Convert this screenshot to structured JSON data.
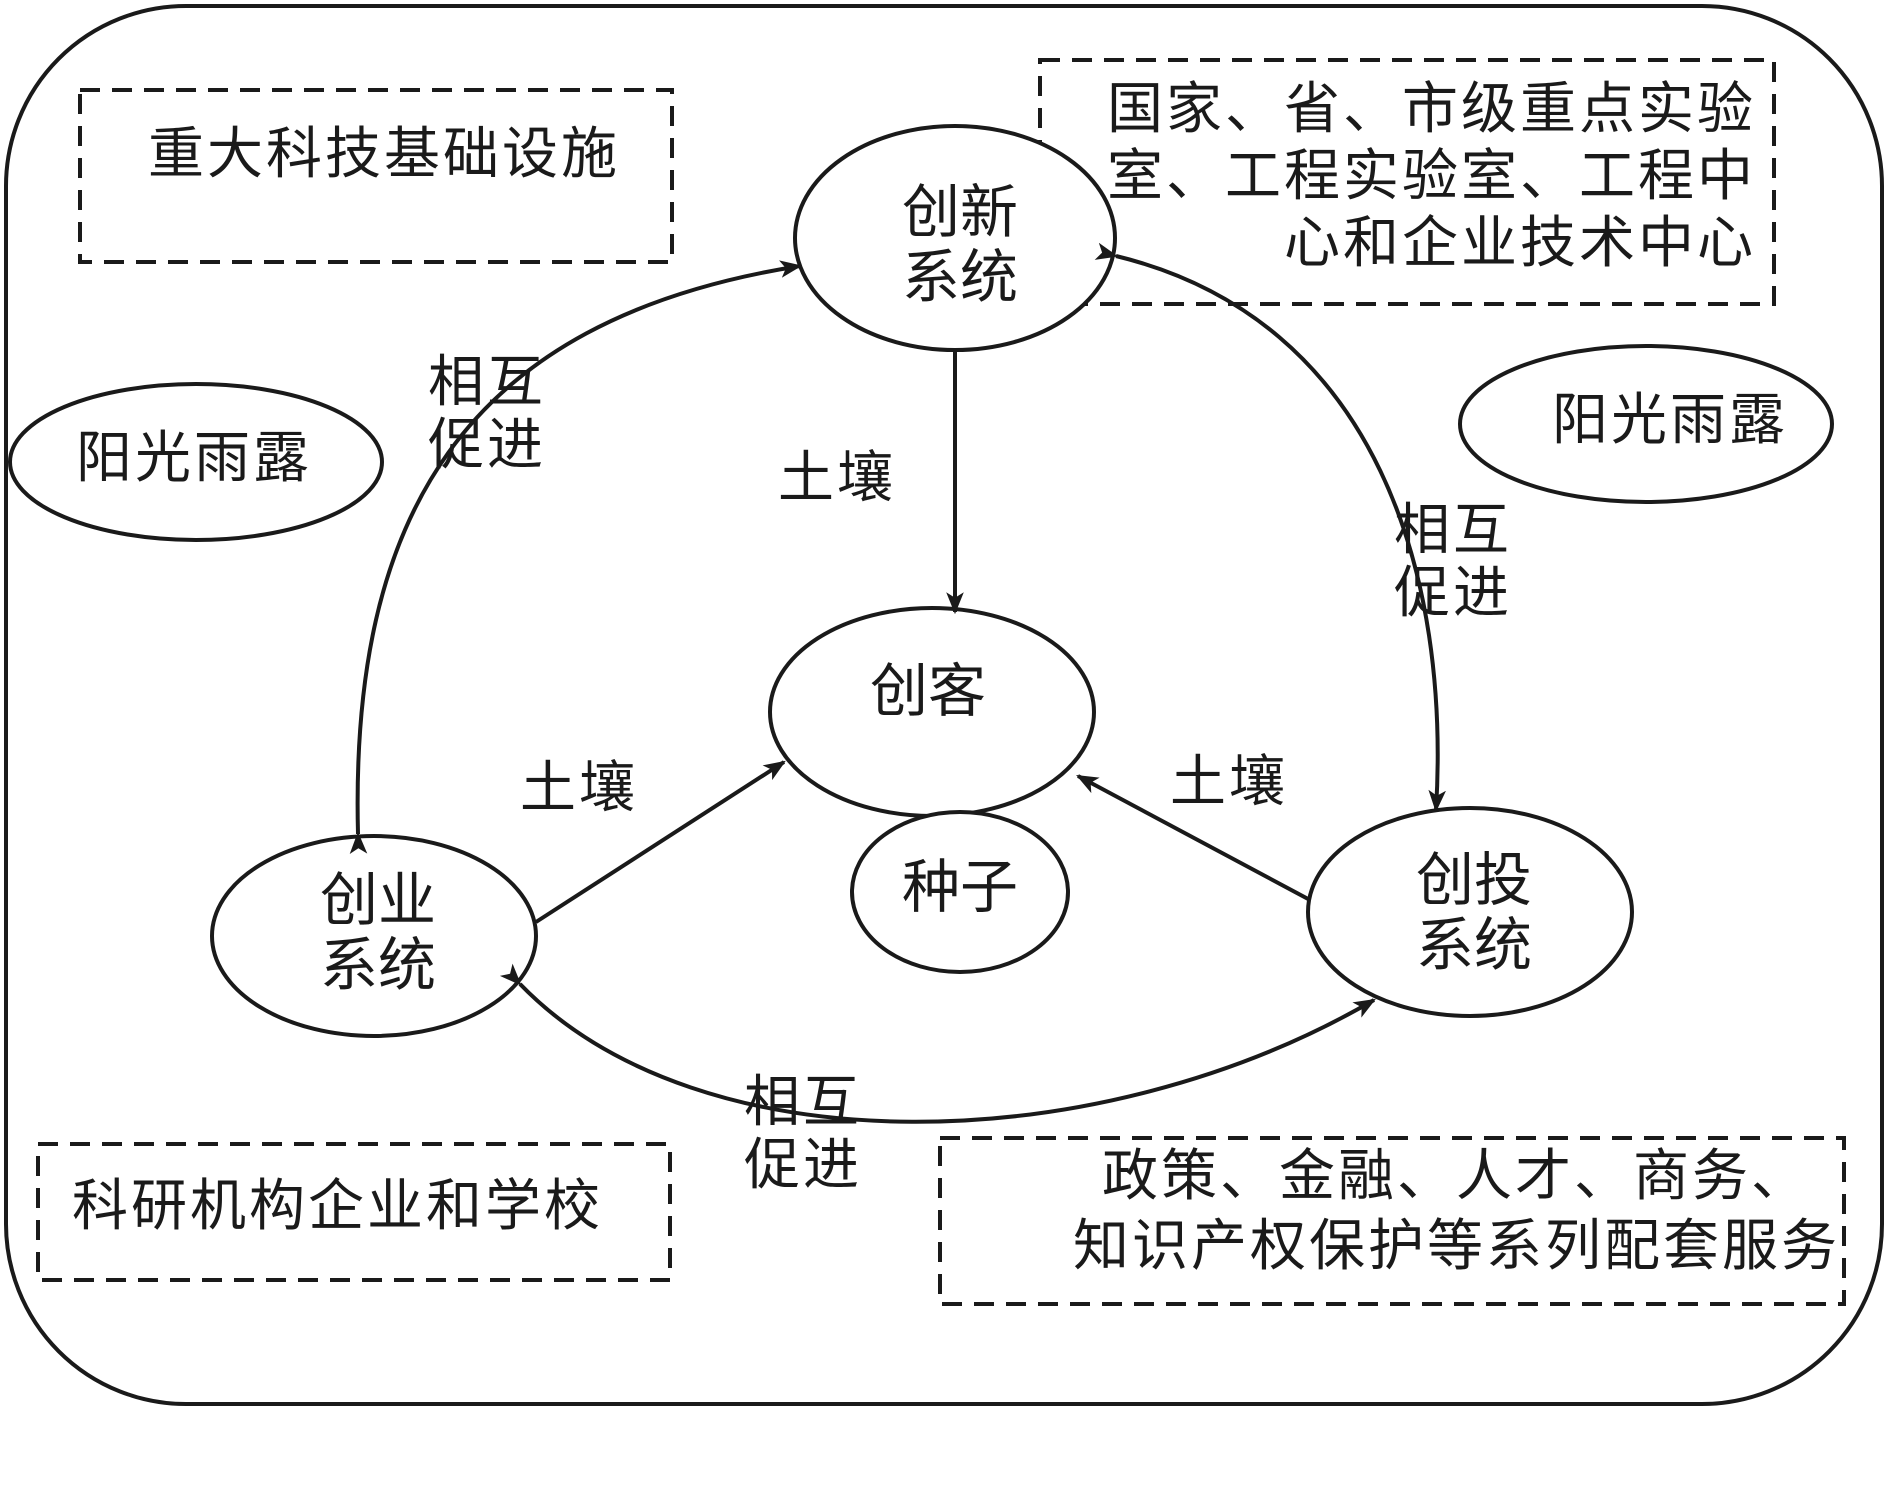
{
  "nodes": {
    "innovation": [
      "创新",
      "系统"
    ],
    "startup": [
      "创业",
      "系统"
    ],
    "venture": [
      "创投",
      "系统"
    ],
    "maker": "创客",
    "seed": "种子",
    "sunshine_left": "阳光雨露",
    "sunshine_right": "阳光雨露"
  },
  "boxes": {
    "infrastructure": "重大科技基础设施",
    "labs": [
      "国家、省、市级重点实验",
      "室、工程实验室、工程中",
      "心和企业技术中心"
    ],
    "institutions": "科研机构企业和学校",
    "services": [
      "政策、金融、人才、商务、",
      "知识产权保护等系列配套服务"
    ]
  },
  "edge_labels": {
    "soil_top": "土壤",
    "soil_left": "土壤",
    "soil_right": "土壤",
    "mutual_left": [
      "相互",
      "促进"
    ],
    "mutual_right": [
      "相互",
      "促进"
    ],
    "mutual_bottom": [
      "相互",
      "促进"
    ]
  }
}
